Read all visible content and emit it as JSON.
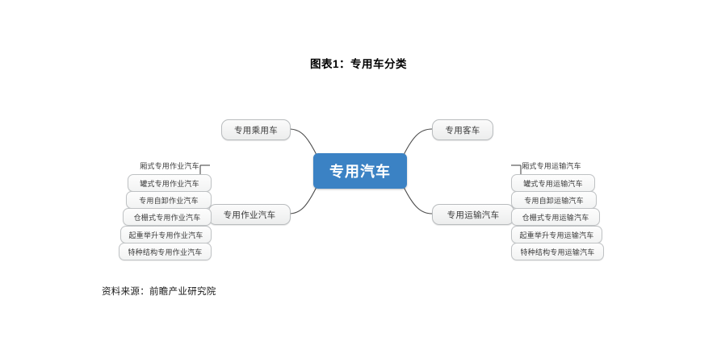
{
  "title": "图表1：专用车分类",
  "source": "资料来源：前瞻产业研究院",
  "colors": {
    "center_fill": "#3b82c4",
    "center_text": "#ffffff",
    "node_fill": "#eceded",
    "node_border": "#b9bcbe",
    "connector": "#4a4a4a"
  },
  "diagram": {
    "type": "mind-map",
    "center": {
      "label": "专用汽车"
    },
    "branches": [
      {
        "id": "passenger",
        "label": "专用乘用车",
        "position": "top-left",
        "leaves": []
      },
      {
        "id": "bus",
        "label": "专用客车",
        "position": "top-right",
        "leaves": []
      },
      {
        "id": "work",
        "label": "专用作业汽车",
        "position": "bottom-left",
        "leaves": [
          "厢式专用作业汽车",
          "罐式专用作业汽车",
          "专用自卸作业汽车",
          "仓栅式专用作业汽车",
          "起重举升专用作业汽车",
          "特种结构专用作业汽车"
        ]
      },
      {
        "id": "transport",
        "label": "专用运输汽车",
        "position": "bottom-right",
        "leaves": [
          "厢式专用运输汽车",
          "罐式专用运输汽车",
          "专用自卸运输汽车",
          "仓栅式专用运输汽车",
          "起重举升专用运输汽车",
          "特种结构专用运输汽车"
        ]
      }
    ]
  }
}
